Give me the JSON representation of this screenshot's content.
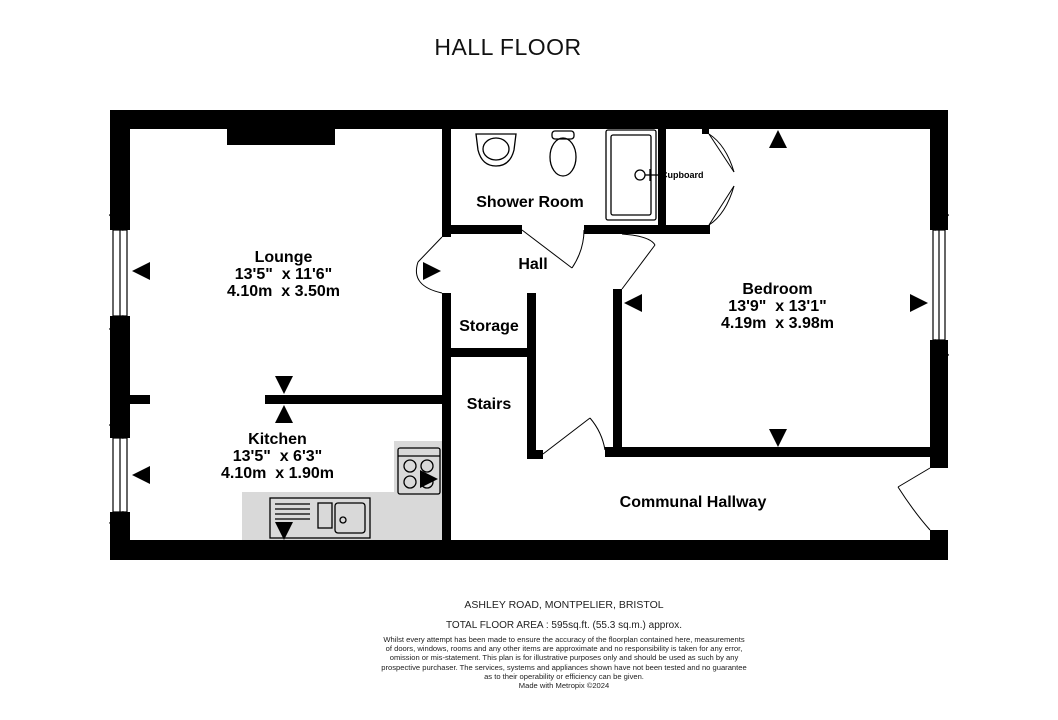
{
  "title": "HALL FLOOR",
  "rooms": {
    "lounge": {
      "name": "Lounge",
      "imperial": "13'5\"  x 11'6\"",
      "metric": "4.10m  x 3.50m"
    },
    "kitchen": {
      "name": "Kitchen",
      "imperial": "13'5\"  x 6'3\"",
      "metric": "4.10m  x 1.90m"
    },
    "bedroom": {
      "name": "Bedroom",
      "imperial": "13'9\"  x 13'1\"",
      "metric": "4.19m  x 3.98m"
    },
    "shower_room": {
      "name": "Shower Room"
    },
    "hall": {
      "name": "Hall"
    },
    "storage": {
      "name": "Storage"
    },
    "stairs": {
      "name": "Stairs"
    },
    "communal_hallway": {
      "name": "Communal Hallway"
    },
    "cupboard": {
      "name": "Cupboard"
    }
  },
  "footer": {
    "address": "ASHLEY ROAD, MONTPELIER, BRISTOL",
    "total_area": "TOTAL FLOOR AREA : 595sq.ft. (55.3 sq.m.) approx.",
    "disclaimer_1": "Whilst every attempt has been made to ensure the accuracy of the floorplan contained here, measurements",
    "disclaimer_2": "of doors, windows, rooms and any other items are approximate and no responsibility is taken for any error,",
    "disclaimer_3": "omission or mis-statement. This plan is for illustrative purposes only and should be used as such by any",
    "disclaimer_4": "prospective purchaser. The services, systems and appliances shown have not been tested and no guarantee",
    "disclaimer_5": "as to their operability or efficiency can be given.",
    "made_with": "Made with Metropix ©2024"
  },
  "colors": {
    "wall": "#000000",
    "fixture_bg": "#d9d9d9",
    "background": "#ffffff"
  }
}
